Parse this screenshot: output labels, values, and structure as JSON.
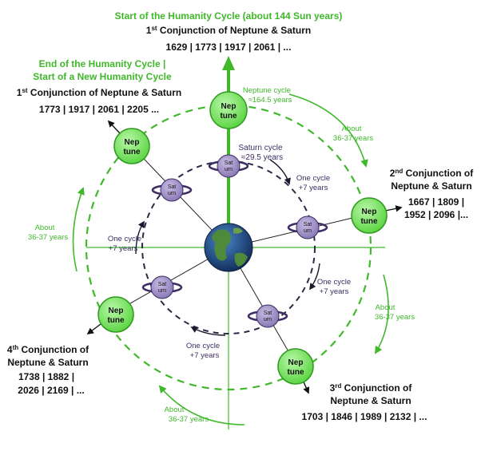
{
  "colors": {
    "green": "#3fb82a",
    "neptune_fill": "#7ee86b",
    "neptune_stroke": "#2f9a1f",
    "saturn_fill": "#9d8cc4",
    "saturn_dark": "#3d2d63",
    "earth_ocean": "#1f4d8c"
  },
  "top": {
    "title": "Start of the Humanity Cycle (about 144 Sun years)",
    "conj_num": "1",
    "conj_sup": "st",
    "conj_rest": " Conjunction of Neptune & Saturn",
    "years": "1629 | 1773 | 1917 | 2061 | ..."
  },
  "end": {
    "line1": "End of the Humanity Cycle |",
    "line2": "Start of a New Humanity Cycle",
    "conj_num": "1",
    "conj_sup": "st",
    "conj_rest": " Conjunction of Neptune & Saturn",
    "years": "1773 | 1917 | 2061 | 2205 ..."
  },
  "second": {
    "num": "2",
    "sup": "nd",
    "rest": " Conjunction of",
    "line2": "Neptune & Saturn",
    "years1": "1667 | 1809 |",
    "years2": "1952 | 2096 |..."
  },
  "third": {
    "num": "3",
    "sup": "rd",
    "rest": " Conjunction of",
    "line2": "Neptune & Saturn",
    "years": "1703 | 1846 | 1989 | 2132 | ..."
  },
  "fourth": {
    "num": "4",
    "sup": "th",
    "rest": " Conjunction of",
    "line2": "Neptune & Saturn",
    "years1": "1738 | 1882 |",
    "years2": "2026 | 2169 | ..."
  },
  "neptune_cycle": {
    "line1": "Neptune cycle",
    "line2": "≈164.5 years"
  },
  "saturn_cycle": {
    "line1": "Saturn cycle",
    "line2": "≈29.5 years"
  },
  "about": {
    "line1": "About",
    "line2": "36-37 years"
  },
  "one_cycle": {
    "line1": "One cycle",
    "line2": "+7 years"
  },
  "neptune_label": {
    "line1": "Nep",
    "line2": "tune"
  },
  "saturn_label": {
    "line1": "Sat",
    "line2": "urn"
  }
}
